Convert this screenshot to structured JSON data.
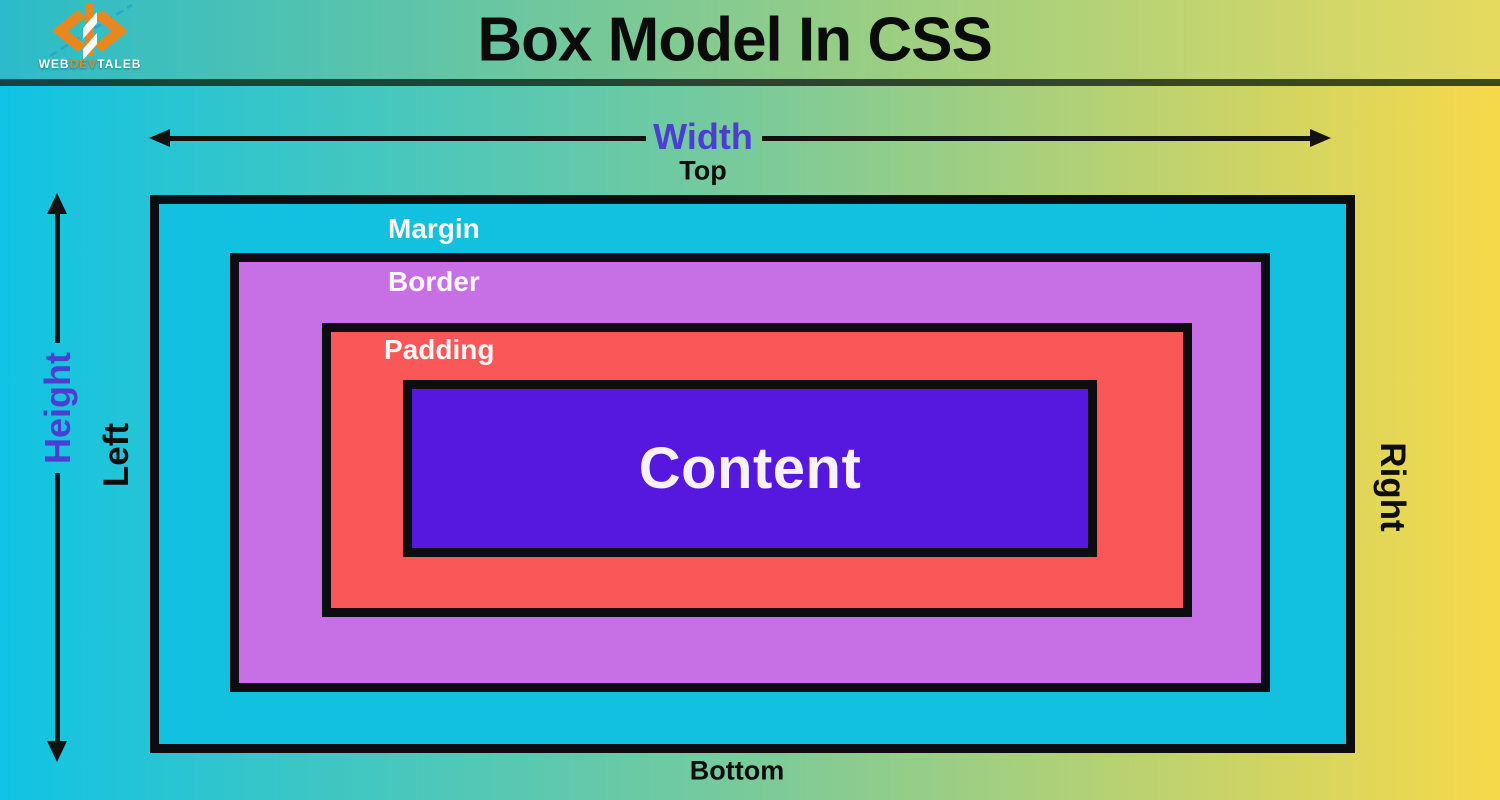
{
  "header": {
    "title": "Box Model In CSS",
    "logo": {
      "word_web": "WEB",
      "word_dev": "DEV",
      "word_taleb": "TALEB",
      "brand_orange": "#e8871e"
    }
  },
  "diagram": {
    "width_label": "Width",
    "height_label": "Height",
    "top_label": "Top",
    "bottom_label": "Bottom",
    "left_label": "Left",
    "right_label": "Right",
    "boxes": {
      "margin": {
        "label": "Margin",
        "color": "#12c1e0"
      },
      "border": {
        "label": "Border",
        "color": "#c76fe4"
      },
      "padding": {
        "label": "Padding",
        "color": "#fa5858"
      },
      "content": {
        "label": "Content",
        "color": "#5617df"
      }
    },
    "accent_label_color": "#4c3ed0",
    "arrow_color": "#121212",
    "box_border_color": "#0d0d11"
  },
  "background": {
    "body_gradient_left": "#10c3e4",
    "body_gradient_right": "#f7d94a",
    "header_gradient_left": "#2abcca",
    "header_gradient_right": "#e6da5e",
    "divider_color": "#18261a"
  }
}
